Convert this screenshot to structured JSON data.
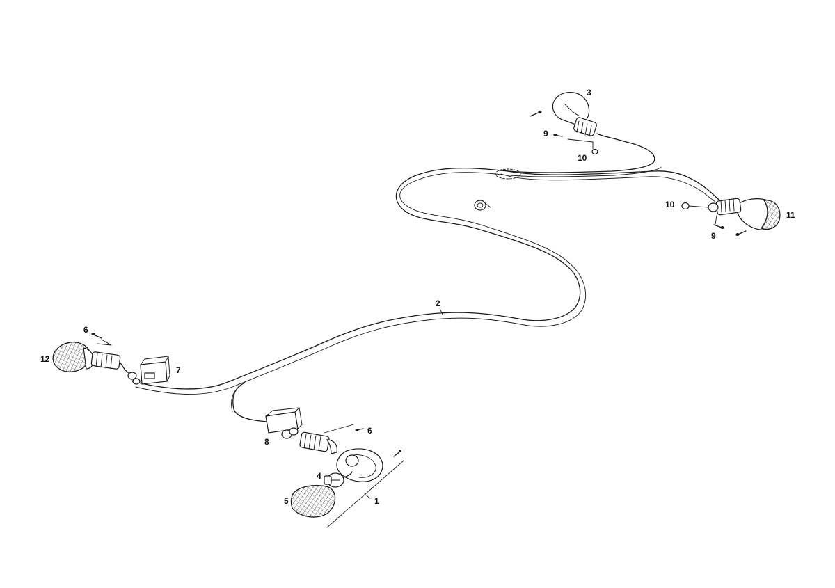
{
  "callouts": {
    "c1": "1",
    "c2": "2",
    "c3": "3",
    "c4": "4",
    "c5": "5",
    "c6_left": "6",
    "c6_right": "6",
    "c7": "7",
    "c8": "8",
    "c9_top": "9",
    "c9_bottom": "9",
    "c10_top": "10",
    "c10_right": "10",
    "c11": "11",
    "c12": "12"
  }
}
